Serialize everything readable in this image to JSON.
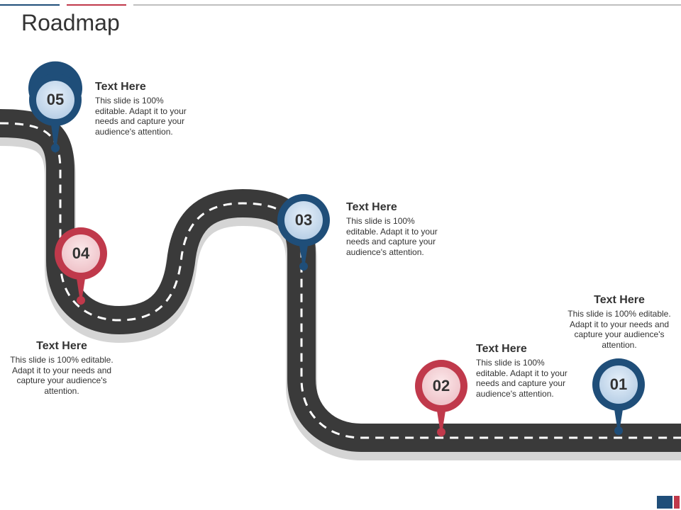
{
  "slide": {
    "title": "Roadmap"
  },
  "colors": {
    "blue": "#1f4e79",
    "red": "#c0394b",
    "road": "#3a3a3a",
    "shadow": "#d0d0d0"
  },
  "milestones": [
    {
      "number": "01",
      "color": "blue",
      "heading": "Text Here",
      "body": "This slide is 100% editable. Adapt it to your needs and capture your audience's attention."
    },
    {
      "number": "02",
      "color": "red",
      "heading": "Text Here",
      "body": "This slide is 100% editable. Adapt it to your needs and capture your audience's attention."
    },
    {
      "number": "03",
      "color": "blue",
      "heading": "Text Here",
      "body": "This slide is 100% editable. Adapt it to your needs and capture your audience's attention."
    },
    {
      "number": "04",
      "color": "red",
      "heading": "Text Here",
      "body": "This slide is 100% editable. Adapt it to your needs and capture your audience's attention."
    },
    {
      "number": "05",
      "color": "blue",
      "heading": "Text Here",
      "body": "This slide is 100% editable. Adapt it to your needs and capture your audience's attention."
    }
  ]
}
